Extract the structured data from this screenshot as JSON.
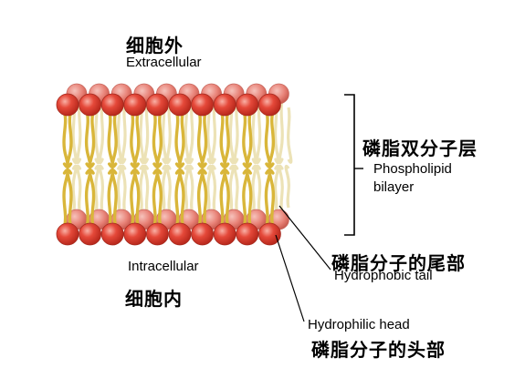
{
  "labels": {
    "extracellular_cn": "细胞外",
    "extracellular_en": "Extracellular",
    "intracellular_en": "Intracellular",
    "intracellular_cn": "细胞内",
    "bilayer_cn": "磷脂双分子层",
    "bilayer_en_line1": "Phospholipid",
    "bilayer_en_line2": "bilayer",
    "tail_cn": "磷脂分子的尾部",
    "tail_en": "Hydrophobic tail",
    "head_en": "Hydrophilic head",
    "head_cn": "磷脂分子的头部"
  },
  "colors": {
    "head_fill": "#e0483a",
    "head_back_fill": "#e98a80",
    "head_highlight": "#f7b3aa",
    "tail_stroke": "#d9b63a",
    "tail_back_stroke": "#ece2b6",
    "leader_line": "#000000"
  },
  "structure": {
    "heads_per_row_front": 10,
    "heads_per_row_back": 10
  }
}
